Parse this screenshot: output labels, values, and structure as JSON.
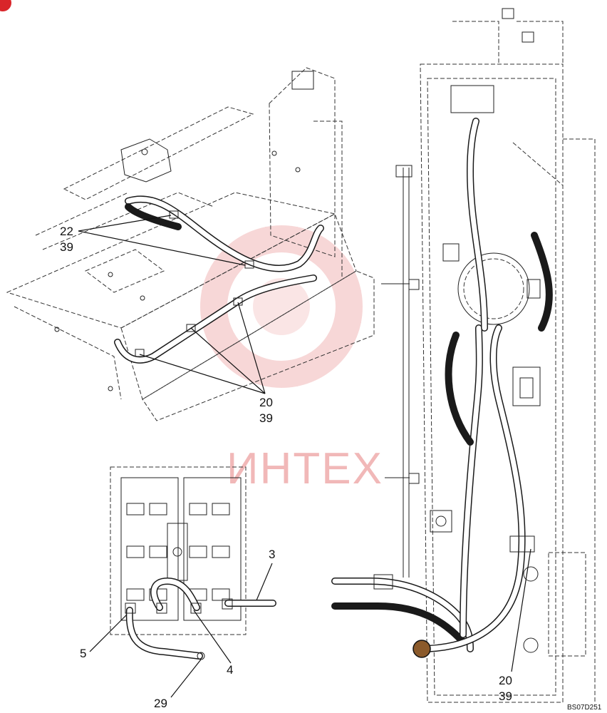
{
  "watermark": {
    "text": "ИНТЕХ"
  },
  "callouts": {
    "c22_39": {
      "a": "22",
      "b": "39"
    },
    "c20_39_top": {
      "a": "20",
      "b": "39"
    },
    "c20_39_right": {
      "a": "20",
      "b": "39"
    },
    "c3": "3",
    "c4": "4",
    "c5": "5",
    "c29": "29"
  },
  "drawing_code": "BS07D251",
  "colors": {
    "line": "#222222",
    "watermark": "#f1b8b8",
    "corner_mark": "#d9252a"
  }
}
